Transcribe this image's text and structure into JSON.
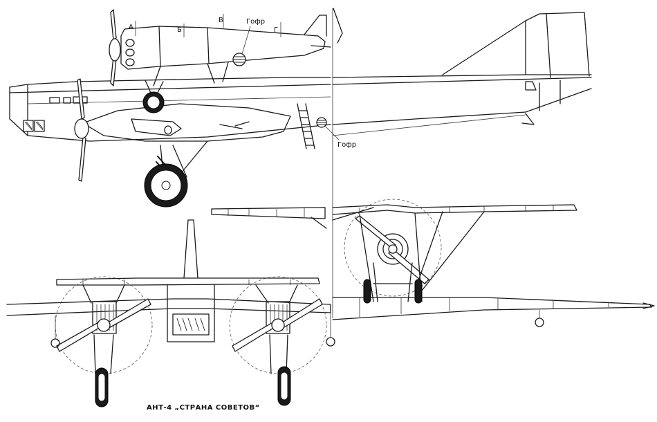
{
  "labels": {
    "section_a": "А",
    "section_b": "Б",
    "section_v": "В",
    "section_g": "Г",
    "gofr_top": "Гофр",
    "gofr_bottom": "Гофр"
  },
  "caption": "АНТ-4 „СТРАНА СОВЕТОВ“"
}
